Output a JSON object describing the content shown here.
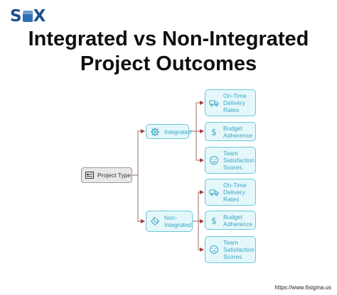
{
  "logo": {
    "left": "S",
    "middle": "6SIGMA",
    "right": "X"
  },
  "title": {
    "line1": "Integrated vs Non-Integrated",
    "line2": "Project Outcomes"
  },
  "root": {
    "label": "Project Type",
    "icon": "project-icon"
  },
  "branches": [
    {
      "label": "Integrated",
      "icon": "gear-icon",
      "children": [
        {
          "label": "On-Time Delivery Rates",
          "icon": "truck-icon"
        },
        {
          "label": "Budget Adherence",
          "icon": "dollar-icon"
        },
        {
          "label": "Team Satisfaction Scores",
          "icon": "smile-icon"
        }
      ]
    },
    {
      "label": "Non-Integrated",
      "icon": "broken-gear-icon",
      "children": [
        {
          "label": "On-Time Delivery Rates",
          "icon": "truck-icon"
        },
        {
          "label": "Budget Adherence",
          "icon": "dollar-icon"
        },
        {
          "label": "Team Satisfaction Scores",
          "icon": "frown-icon"
        }
      ]
    }
  ],
  "colors": {
    "accent": "#3aa7c4",
    "box_fill": "#e4f7fb",
    "box_border": "#6cc6d9",
    "connector": "#b03a3a"
  },
  "footer_url": "https://www.6sigma.us"
}
